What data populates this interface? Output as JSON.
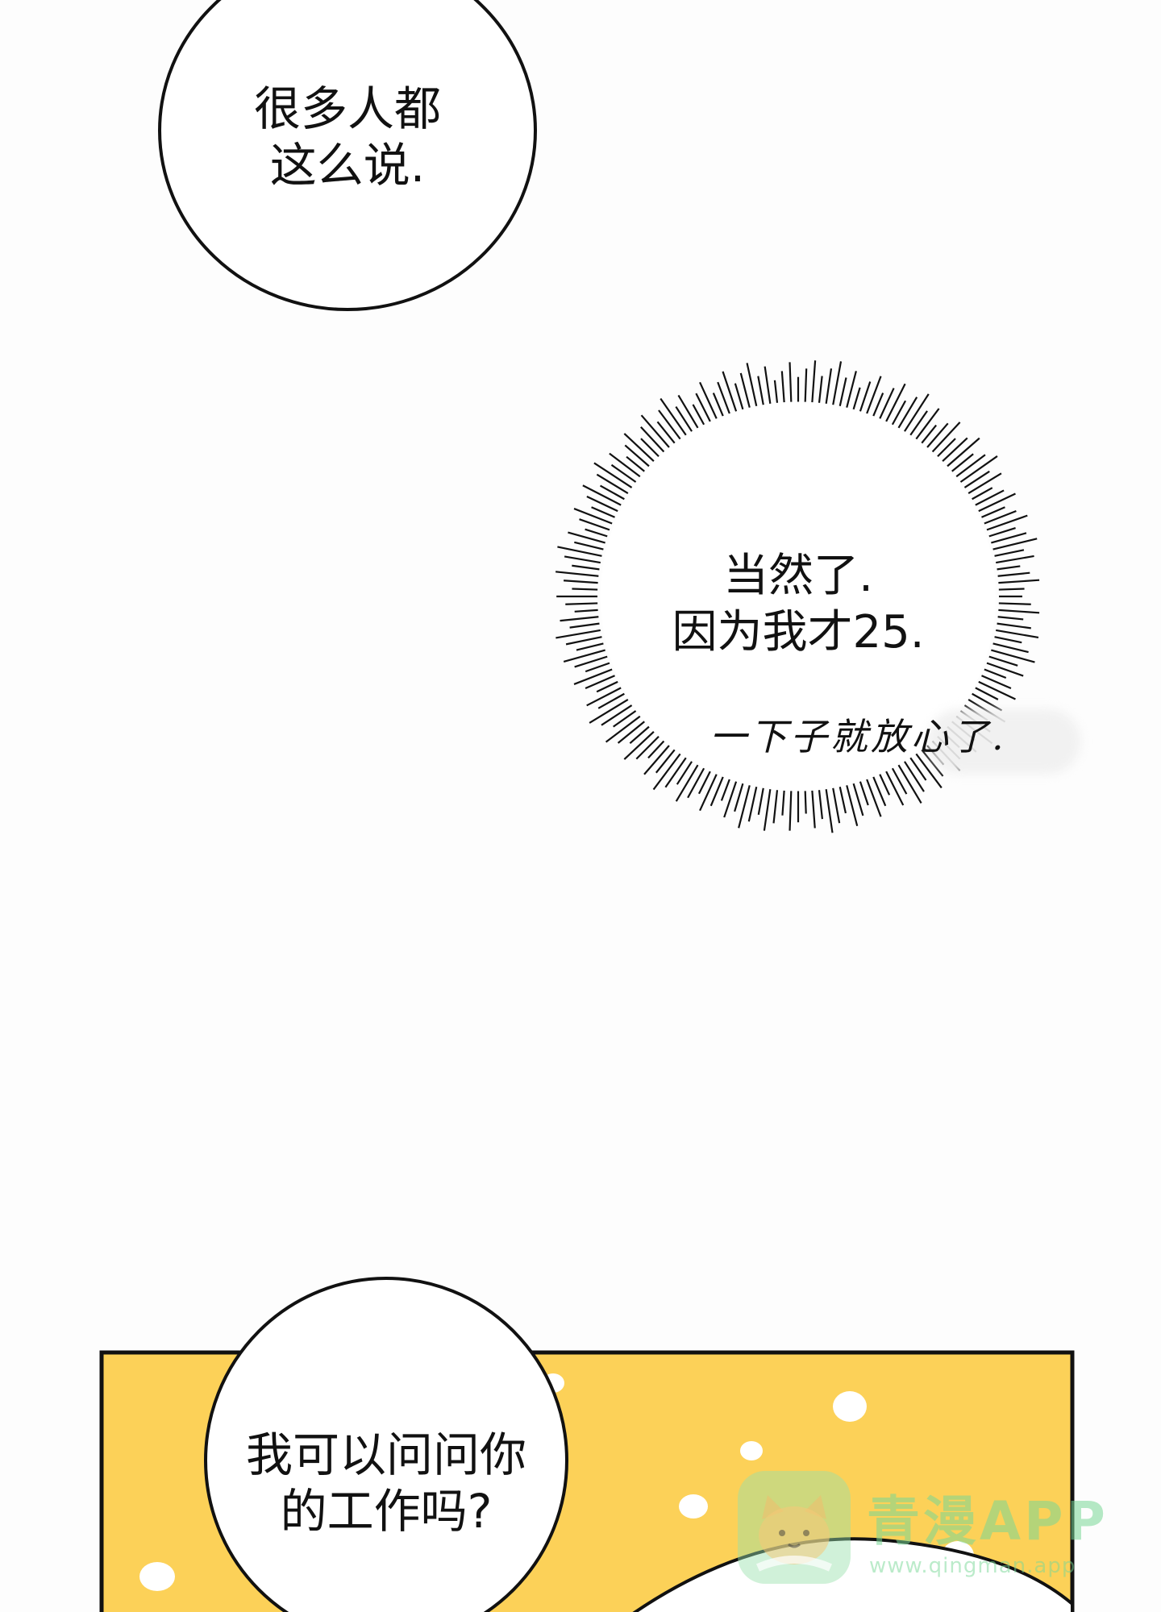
{
  "bubble_1": {
    "line1": "很多人都",
    "line2": "这么说."
  },
  "bubble_2": {
    "line1": "当然了.",
    "line2": "因为我才25."
  },
  "handwritten_note": "一下子就放心了.",
  "bubble_3": {
    "line1": "我可以问问你",
    "line2": "的工作吗?"
  },
  "watermark": {
    "title": "青漫APP",
    "url": "www.qingman.app"
  },
  "colors": {
    "page_background": "#fdfdfd",
    "panel_yellow": "#fcd158",
    "ink": "#111111",
    "watermark_green": "#78d796"
  }
}
